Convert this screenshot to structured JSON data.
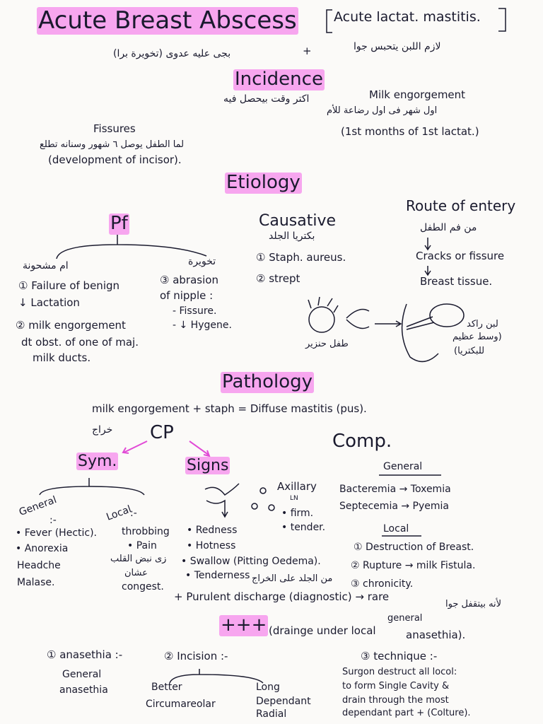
{
  "title": {
    "main": "Acute Breast Abscess",
    "alt": "Acute lactat. mastitis.",
    "arabic_left": "بجى عليه عدوى (تخويرة برا)",
    "plus": "+",
    "arabic_right": "لازم اللبن يتحبس جوا"
  },
  "incidence": {
    "heading": "Incidence",
    "arabic": "اكتر وقت بيحصل فيه",
    "right_en": "Milk engorgement",
    "right_ar": "اول شهر فى اول رضاعة للأم",
    "right_detail": "(1st months of 1st lactat.)",
    "left_en": "Fissures",
    "left_ar": "لما الطفل يوصل ٦ شهور وسنانه تطلع",
    "left_detail": "(development of incisor)."
  },
  "etiology": {
    "heading": "Etiology",
    "pf": {
      "heading": "Pf",
      "left_ar": "ام مشحونة",
      "right_ar": "تخويرة",
      "items": [
        "① Failure of benign",
        "↓ Lactation",
        "② milk engorgement",
        "dt obst. of one of maj.",
        "milk ducts."
      ],
      "abrasion": [
        "③ abrasion",
        "of nipple :",
        "- Fissure.",
        "- ↓ Hygene."
      ]
    },
    "causative": {
      "heading": "Causative",
      "arabic": "بكتريا الجلد",
      "items": [
        "① Staph. aureus.",
        "② strept"
      ]
    },
    "route": {
      "heading": "Route of entery",
      "arabic": "من فم الطفل",
      "cracks": "Cracks or fissure",
      "tissue": "Breast tissue."
    },
    "baby_caption": "طفل حنزير",
    "milk_caption": [
      "لبن راكد",
      "(وسط عظيم",
      "للبكتريا)"
    ]
  },
  "pathology": {
    "heading": "Pathology",
    "formula": "milk engorgement + staph = Diffuse mastitis (pus)."
  },
  "cp": {
    "arabic": "خراج",
    "heading": "CP",
    "sym": {
      "heading": "Sym.",
      "general": {
        "label": "General",
        "colon": ":-",
        "items": [
          "• Fever (Hectic).",
          "• Anorexia",
          "Headche",
          "Malase."
        ]
      },
      "local": {
        "label": "Local",
        "colon": ":-",
        "items": [
          "throbbing",
          "• Pain",
          "زى نبض القلب",
          "عشان",
          "congest."
        ]
      }
    },
    "signs": {
      "heading": "Signs",
      "items": [
        "• Redness",
        "• Hotness",
        "• Swallow (Pitting Oedema).",
        "• Tenderness"
      ],
      "arabic_note": "من الجلد على الخراج",
      "axillary": [
        "Axillary",
        "LN",
        "• firm.",
        "• tender."
      ]
    },
    "purulent": "+ Purulent discharge (diagnostic) → rare",
    "purulent_ar": "لأنه بيتقفل جوا"
  },
  "comp": {
    "heading": "Comp.",
    "general_label": "General",
    "general_items": [
      "Bacteremia → Toxemia",
      "Septecemia → Pyemia"
    ],
    "local_label": "Local",
    "local_items": [
      "① Destruction of Breast.",
      "② Rupture → milk Fistula.",
      "③ chronicity."
    ]
  },
  "tx": {
    "symbol": "+++",
    "drainage": "(drainge under local",
    "drainage_general": "general",
    "drainage_tail": "anasethia).",
    "anaesthesia": {
      "heading": "① anasethia :-",
      "items": [
        "General",
        "anasethia"
      ]
    },
    "incision": {
      "heading": "② Incision :-",
      "left": [
        "Better",
        "Circumareolar"
      ],
      "right": [
        "Long",
        "Dependant",
        "Radial"
      ]
    },
    "technique": {
      "heading": "③ technique :-",
      "lines": [
        "Surgon destruct all locol:",
        "to form Single Cavity &",
        "drain through the most",
        "dependant part + (Colture)."
      ]
    }
  }
}
